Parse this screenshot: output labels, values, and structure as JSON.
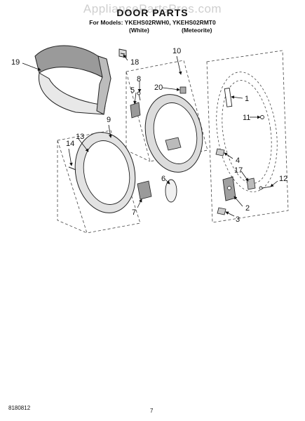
{
  "header": {
    "watermark": "AppliancePartsPros.com",
    "title": "DOOR PARTS",
    "models_line": "For Models: YKEHS02RWH0, YKEHS02RMT0",
    "color_white": "(White)",
    "color_meteorite": "(Meteorite)"
  },
  "callouts": {
    "c1": "1",
    "c2": "2",
    "c3": "3",
    "c4": "4",
    "c5": "5",
    "c6": "6",
    "c7": "7",
    "c8": "8",
    "c9": "9",
    "c10": "10",
    "c11": "11",
    "c12": "12",
    "c13": "13",
    "c14": "14",
    "c17": "17",
    "c18": "18",
    "c19": "19",
    "c20": "20"
  },
  "footer": {
    "doc_code": "8180812",
    "page_number": "7"
  }
}
